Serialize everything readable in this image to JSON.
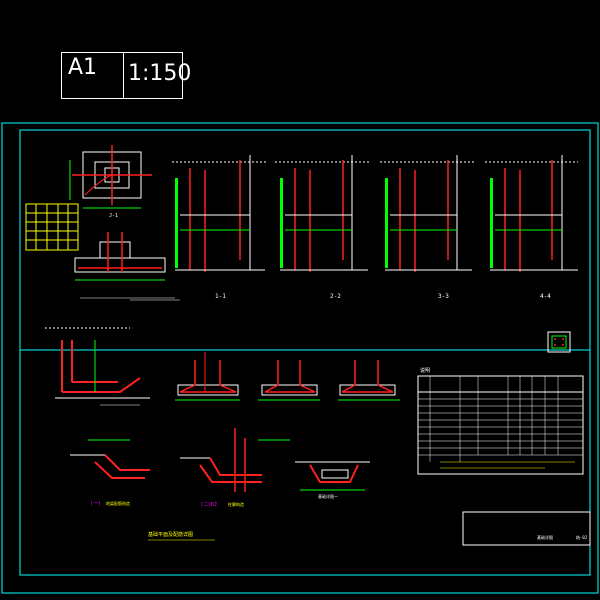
{
  "scale_box": {
    "sheet_size": "A1",
    "scale": "1:150"
  },
  "drawing": {
    "labels": {
      "detail_1": "(一)",
      "detail_1_suffix": "地梁配筋构造",
      "detail_2": "(二)KZ",
      "detail_2_suffix": "柱脚构造",
      "detail_3": "基础详图一",
      "section_1": "1-1",
      "section_2": "2-2",
      "section_3": "3-3",
      "section_4": "4-4",
      "notes_heading": "说明",
      "bottom_caption": "基础平面及配筋详图",
      "title_block_name": "基础详图",
      "title_block_no": "结-02",
      "top_detail": "J-1"
    },
    "table_rows": 12,
    "colors": {
      "background": "#000000",
      "frame": "#00ffff",
      "rebar": "#ff2020",
      "dim": "#00ff00",
      "text": "#ffffff",
      "note": "#ffff00",
      "accent": "#ff00ff"
    }
  }
}
